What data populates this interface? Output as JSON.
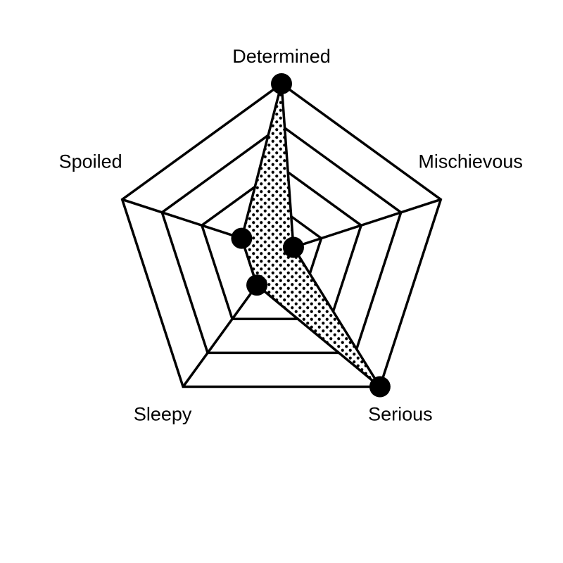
{
  "chart_data": {
    "type": "radar",
    "axes": [
      "Determined",
      "Mischievous",
      "Serious",
      "Sleepy",
      "Spoiled"
    ],
    "series": [
      {
        "values": [
          4,
          0.3,
          4,
          1,
          1
        ]
      }
    ],
    "range": [
      0,
      4
    ],
    "rings": 4,
    "grid": true,
    "fill_pattern": "dots",
    "colors": {
      "line": "#000000",
      "marker": "#000000",
      "fill_dot": "#000000",
      "background": "#ffffff"
    }
  }
}
